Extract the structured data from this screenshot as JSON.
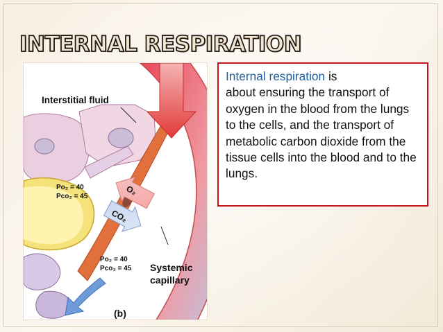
{
  "slide": {
    "title": "INTERNAL RESPIRATION"
  },
  "figure": {
    "interstitial_label": "Interstitial fluid",
    "cell_po2": "Po₂ = 40",
    "cell_pco2": "Pco₂ = 45",
    "o2_arrow": "O₂",
    "co2_arrow": "CO₂",
    "blood_po2": "Po₂ = 40",
    "blood_pco2": "Pco₂ = 45",
    "systemic_label": "Systemic",
    "capillary_label": "capillary",
    "panel_label": "(b)"
  },
  "textbox": {
    "highlight": "Internal respiration",
    "line1_rest": " is",
    "body": "about ensuring the transport of oxygen in the blood from the lungs to the cells, and the transport of metabolic carbon dioxide from the tissue cells into the blood and to the lungs."
  },
  "colors": {
    "highlight": "#1f5f9e",
    "box_border": "#c4161c"
  }
}
